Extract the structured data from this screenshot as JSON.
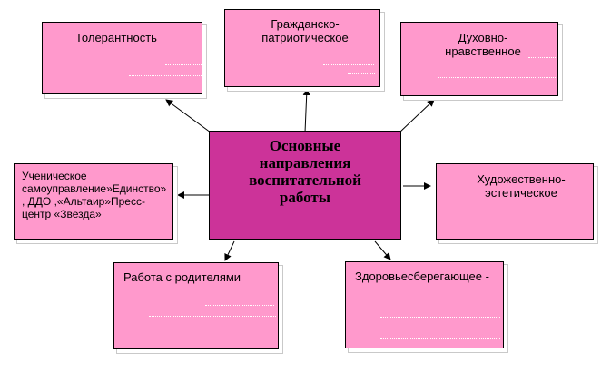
{
  "diagram": {
    "center": "Основные направления воспитательной работы",
    "nodes": {
      "tolerance": "Толерантность",
      "civic": "Гражданско-патриотическое",
      "spiritual": "Духовно-нравственное",
      "selfgov": "Ученическое самоуправление»Единство» , ДДО ,«Альтаир»Пресс-центр «Звезда»",
      "art": "Художественно-эстетическое",
      "parents": "Работа с родителями",
      "health": "Здоровьесберегающее -"
    }
  }
}
